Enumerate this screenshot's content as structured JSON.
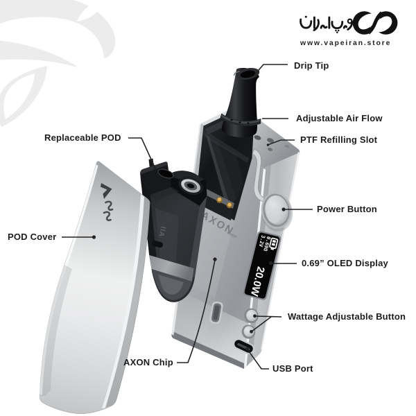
{
  "header": {
    "brand_persian": "ویپ ایران",
    "brand_url": "www.vapeiran.store",
    "logo_icon": "vapeiran-infinity-swirl-logo"
  },
  "watermark_icon": "vapeiran-infinity-swirl-watermark",
  "device": {
    "type": "pod-mod vape exploded product view",
    "display_wattage": "20.0W",
    "display_readout_1": "0.69Ω",
    "display_readout_2": "3.2V",
    "body_brand": "AXON",
    "body_brand_sub": "CHIP",
    "pod_side_marking": "IIA"
  },
  "callouts": [
    {
      "label": "Drip Tip"
    },
    {
      "label": "Adjustable Air Flow"
    },
    {
      "label": "PTF Refilling Slot"
    },
    {
      "label": "Power Button"
    },
    {
      "label": "0.69” OLED Display"
    },
    {
      "label": "Wattage Adjustable Button"
    },
    {
      "label": "USB Port"
    },
    {
      "label": "Replaceable POD"
    },
    {
      "label": "POD Cover"
    },
    {
      "label": "AXON Chip"
    }
  ]
}
